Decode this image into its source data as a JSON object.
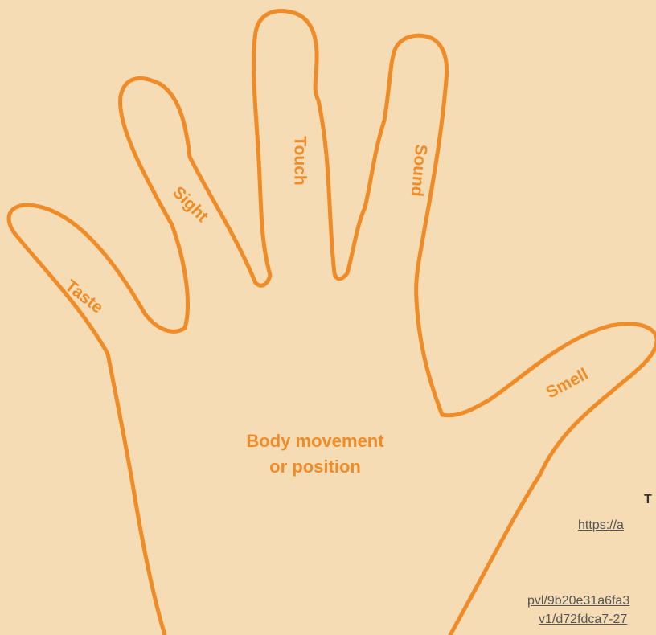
{
  "colors": {
    "background": "#f5dcb4",
    "outline": "#f08c28",
    "label": "#f08c28"
  },
  "diagram": {
    "fingers": {
      "thumb": "Smell",
      "index": "Sound",
      "middle": "Touch",
      "ring": "Sight",
      "pinky": "Taste"
    },
    "palm": {
      "line1": "Body movement",
      "line2": "or position"
    }
  },
  "credits": {
    "heading": "T",
    "url_part1": "https://a",
    "url_part2": "pvl/9b20e31a6fa3",
    "url_part3": "v1/d72fdca7-27"
  }
}
